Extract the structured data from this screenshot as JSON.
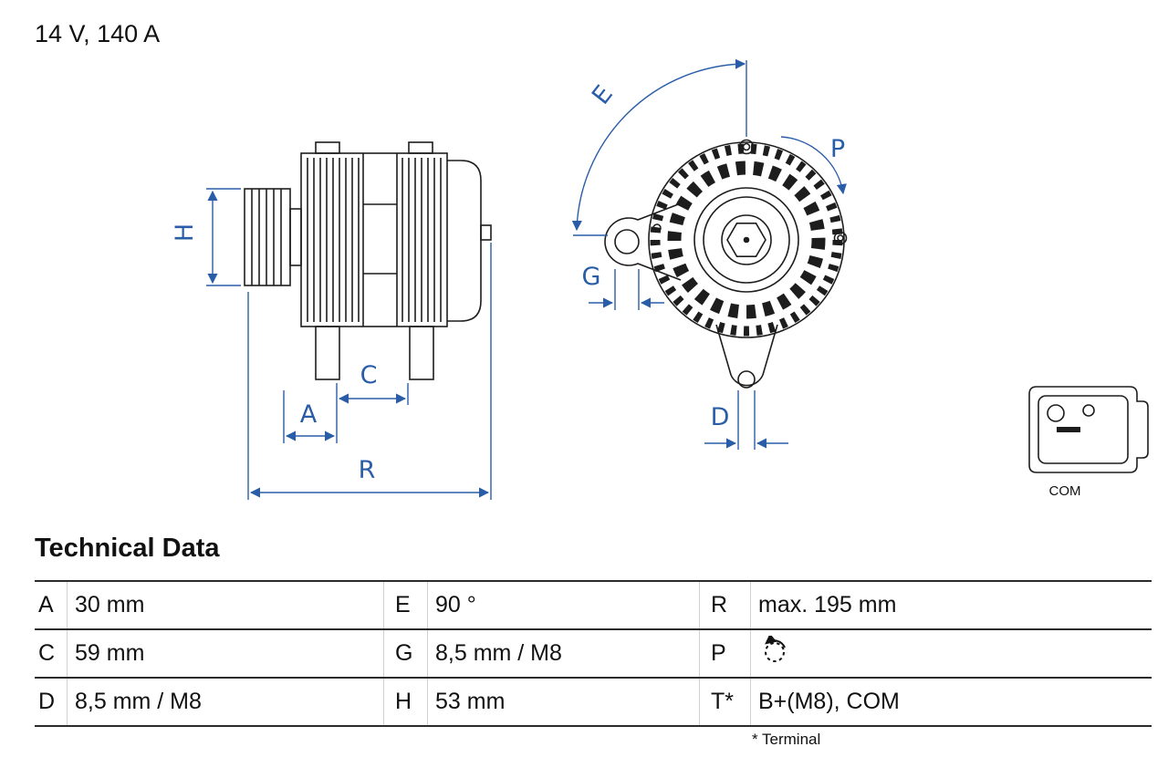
{
  "accent_color": "#2A5DA8",
  "header": {
    "rating": "14 V, 140 A"
  },
  "diagram": {
    "dim_labels": {
      "H": "H",
      "A": "A",
      "C": "C",
      "R": "R",
      "E": "E",
      "G": "G",
      "P": "P",
      "D": "D"
    },
    "connector": {
      "label": "COM"
    },
    "rotation_icon": "counterclockwise-rotation"
  },
  "technical_data": {
    "heading": "Technical Data",
    "rows": [
      {
        "cells": [
          {
            "key": "A",
            "value": "30 mm"
          },
          {
            "key": "E",
            "value": "90 °"
          },
          {
            "key": "R",
            "value": "max. 195 mm"
          }
        ]
      },
      {
        "cells": [
          {
            "key": "C",
            "value": "59 mm"
          },
          {
            "key": "G",
            "value": "8,5 mm / M8"
          },
          {
            "key": "P",
            "value": ""
          }
        ]
      },
      {
        "cells": [
          {
            "key": "D",
            "value": "8,5 mm / M8"
          },
          {
            "key": "H",
            "value": "53 mm"
          },
          {
            "key": "T*",
            "value": "B+(M8), COM"
          }
        ]
      }
    ],
    "footnote": "* Terminal"
  }
}
